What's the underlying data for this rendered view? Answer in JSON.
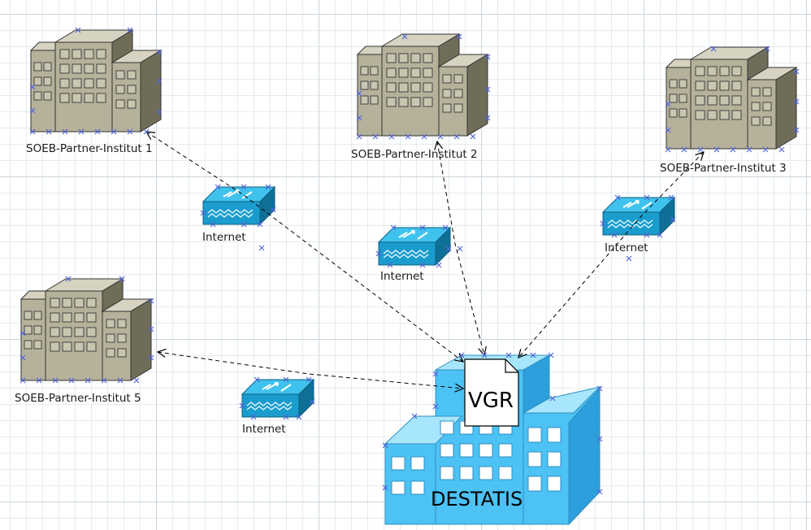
{
  "diagram": {
    "partners": [
      {
        "label": "SOEB-Partner-Institut 1"
      },
      {
        "label": "SOEB-Partner-Institut 2"
      },
      {
        "label": "SOEB-Partner-Institut 3"
      },
      {
        "label": "SOEB-Partner-Institut 5"
      }
    ],
    "internet_nodes": [
      {
        "label": "Internet"
      },
      {
        "label": "Internet"
      },
      {
        "label": "Internet"
      },
      {
        "label": "Internet"
      }
    ],
    "central": {
      "document_label": "VGR",
      "building_label": "DESTATIS"
    }
  },
  "colors": {
    "partner_front": "#b5b19a",
    "partner_top": "#d6d3c0",
    "partner_side": "#6f6d58",
    "router_top": "#3fc3ee",
    "router_front": "#1a9ccd",
    "router_side": "#0f6f96",
    "destatis_front": "#4cc2f5",
    "destatis_top": "#a8e6fd",
    "destatis_side": "#2c9fdc",
    "handle": "#5566dd",
    "connector": "#000000"
  }
}
